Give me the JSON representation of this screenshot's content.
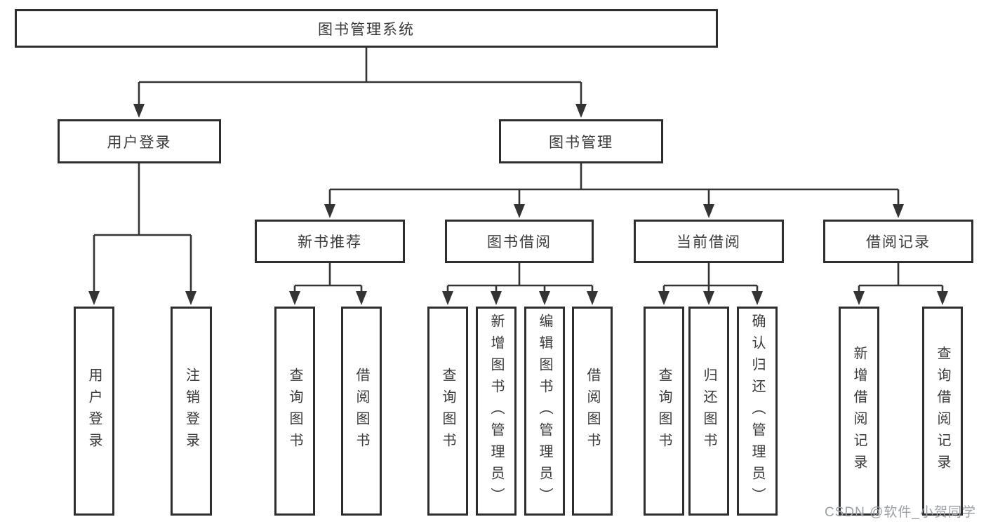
{
  "tree": {
    "label": "图书管理系统",
    "children": [
      {
        "label": "用户登录",
        "children": [
          {
            "label": "用户登录"
          },
          {
            "label": "注销登录"
          }
        ]
      },
      {
        "label": "图书管理",
        "children": [
          {
            "label": "新书推荐",
            "children": [
              {
                "label": "查询图书"
              },
              {
                "label": "借阅图书"
              }
            ]
          },
          {
            "label": "图书借阅",
            "children": [
              {
                "label": "查询图书"
              },
              {
                "label": "新增图书（管理员）"
              },
              {
                "label": "编辑图书（管理员）"
              },
              {
                "label": "借阅图书"
              }
            ]
          },
          {
            "label": "当前借阅",
            "children": [
              {
                "label": "查询图书"
              },
              {
                "label": "归还图书"
              },
              {
                "label": "确认归还（管理员）"
              }
            ]
          },
          {
            "label": "借阅记录",
            "children": [
              {
                "label": "新增借阅记录"
              },
              {
                "label": "查询借阅记录"
              }
            ]
          }
        ]
      }
    ]
  },
  "watermark": {
    "text": "CSDN @软件_小贺同学"
  },
  "colors": {
    "background": "#ffffff",
    "line": "#343434",
    "box_border": "#2e2e2e",
    "box_fill": "#ffffff",
    "text": "#3a3a3a",
    "watermark": "#9aa0a6"
  }
}
